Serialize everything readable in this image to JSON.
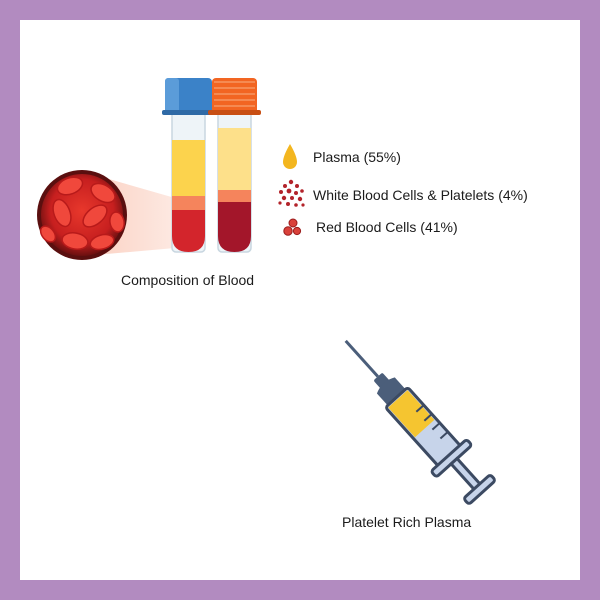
{
  "colors": {
    "frame": "#b28bc0",
    "background": "#ffffff",
    "plasma": "#fcd34d",
    "buffy_coat": "#f5845c",
    "red_cells": "#d3252c",
    "red_cells_dark": "#a3162a",
    "cap_blue": "#3b82c8",
    "cap_orange": "#f26522"
  },
  "legend": {
    "plasma": {
      "label": "Plasma (55%)",
      "icon": "droplet-icon"
    },
    "white_cells": {
      "label": "White Blood Cells & Platelets (4%)",
      "icon": "dots-cluster-icon"
    },
    "red_cells": {
      "label": "Red Blood Cells (41%)",
      "icon": "red-cells-icon"
    }
  },
  "captions": {
    "blood": "Composition of Blood",
    "syringe": "Platelet Rich Plasma"
  }
}
